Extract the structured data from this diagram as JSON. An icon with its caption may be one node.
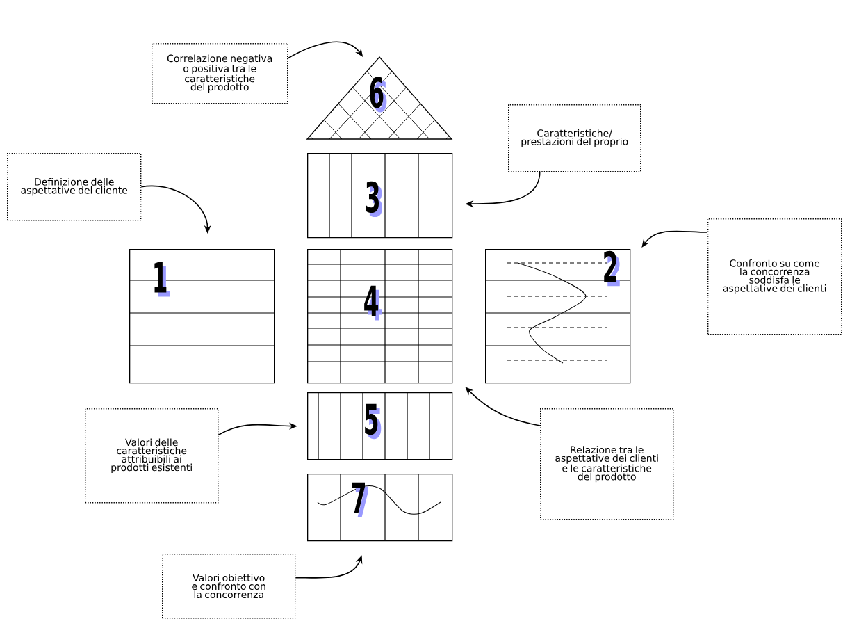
{
  "diagram": {
    "nodes": [
      {
        "text": [
          "Correlazione negativa o positiva tra le caratteristiche del prodotto"
        ]
      },
      {
        "text": [
          "6"
        ]
      },
      {
        "text": [
          "Caratteristiche/ prestazioni del proprio"
        ]
      },
      {
        "text": [
          "Definizione delle aspettative del cliente"
        ]
      },
      {
        "text": [
          "3"
        ]
      },
      {
        "text": [
          "1"
        ]
      },
      {
        "text": [
          "4"
        ]
      },
      {
        "text": [
          "2"
        ]
      },
      {
        "text": [
          "Confronto su come la concorrenza soddisfa le aspettative dei clienti"
        ]
      },
      {
        "text": [
          "Valori delle caratteristiche attribuibili ai prodotti esistenti"
        ]
      },
      {
        "text": [
          "5"
        ]
      },
      {
        "text": [
          "Relazione tra le aspettative dei clienti e le caratteristiche del prodotto"
        ]
      },
      {
        "text": [
          "7"
        ]
      },
      {
        "text": [
          "Valori obiettivo e confronto con la concorrenza"
        ]
      }
    ],
    "edges": [
      {
        "from": 0,
        "to": 1,
        "arrow": "to"
      },
      {
        "from": 2,
        "to": 4,
        "arrow": "to"
      },
      {
        "from": 3,
        "to": 5,
        "arrow": "to"
      },
      {
        "from": 8,
        "to": 7,
        "arrow": "to"
      },
      {
        "from": 9,
        "to": 10,
        "arrow": "to"
      },
      {
        "from": 11,
        "to": 6,
        "arrow": "to"
      },
      {
        "from": 13,
        "to": 12,
        "arrow": "to"
      }
    ]
  }
}
